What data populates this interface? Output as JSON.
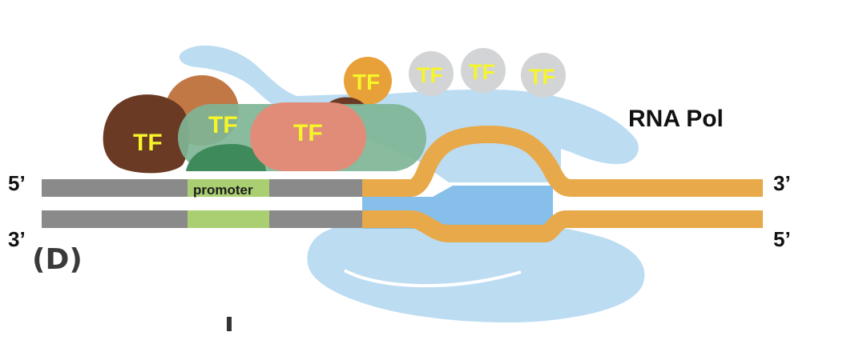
{
  "labels": {
    "rna_pol": "RNA Pol",
    "promoter": "promoter",
    "panel": "(D)",
    "top_left": "5’",
    "top_right": "3’",
    "bottom_left": "3’",
    "bottom_right": "5’",
    "tf": "TF"
  },
  "colors": {
    "dna_upstream": "#8a8a8a",
    "dna_downstream": "#e8a94a",
    "promoter": "#a9cf72",
    "rna_pol": "#bcdcf2",
    "rna_pol_channel": "#86c0ea",
    "tf_text": "#f5f52a",
    "tf_dark_brown": "#6b3a24",
    "tf_orange_brown": "#c27845",
    "tf_green": "#7fb596",
    "tf_salmon": "#e08c78",
    "tf_orange": "#e8a038",
    "tf_gray": "#d2d4d5"
  }
}
